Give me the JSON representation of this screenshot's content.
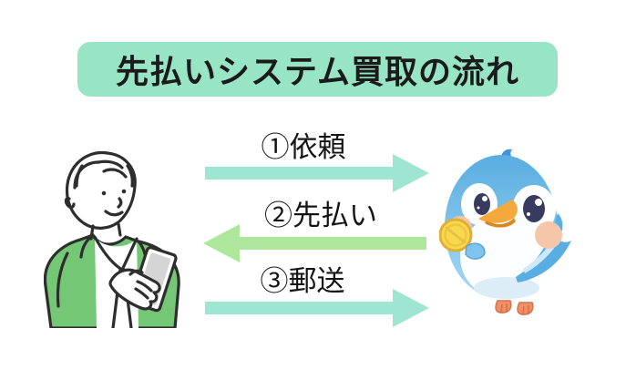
{
  "page": {
    "title": "先払いシステム買取の流れ"
  },
  "flow_steps": [
    {
      "index": 1,
      "label": "①依頼",
      "direction": "right",
      "from": "customer",
      "to": "shop"
    },
    {
      "index": 2,
      "label": "②先払い",
      "direction": "left",
      "from": "shop",
      "to": "customer"
    },
    {
      "index": 3,
      "label": "③郵送",
      "direction": "right",
      "from": "customer",
      "to": "shop"
    }
  ],
  "actors": {
    "left": "customer-with-smartphone-illustration",
    "right": "blue-bird-mascot-holding-coin-illustration"
  },
  "colors": {
    "banner_bg": "#98e5c6",
    "arrow_mint": "#9ee6d2",
    "arrow_green": "#ace79b",
    "text": "#1c1c1c",
    "jacket_green": "#74c875",
    "bird_blue": "#5fb2e5",
    "coin_gold": "#f8d94e"
  }
}
